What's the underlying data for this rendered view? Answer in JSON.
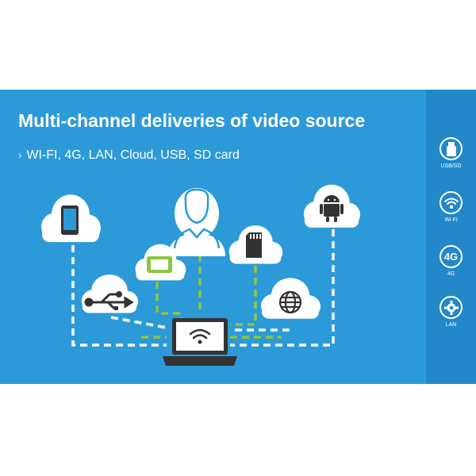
{
  "header": {
    "title": "Multi-channel deliveries of video source",
    "subtitle_bullet": "›",
    "subtitle": "WI-FI, 4G, LAN, Cloud, USB, SD card"
  },
  "sidebar": {
    "items": [
      {
        "label": "USB/SD",
        "icon": "usb-stick-icon"
      },
      {
        "label": "Wi-Fi",
        "icon": "wifi-icon"
      },
      {
        "label": "4G",
        "icon": "4g-icon",
        "icon_text": "4G"
      },
      {
        "label": "LAN",
        "icon": "gear-icon"
      }
    ]
  },
  "colors": {
    "banner": "#2c9ad8",
    "sidebar": "#2288c9",
    "white": "#ffffff",
    "green": "#8cc63f",
    "dark": "#333333"
  }
}
